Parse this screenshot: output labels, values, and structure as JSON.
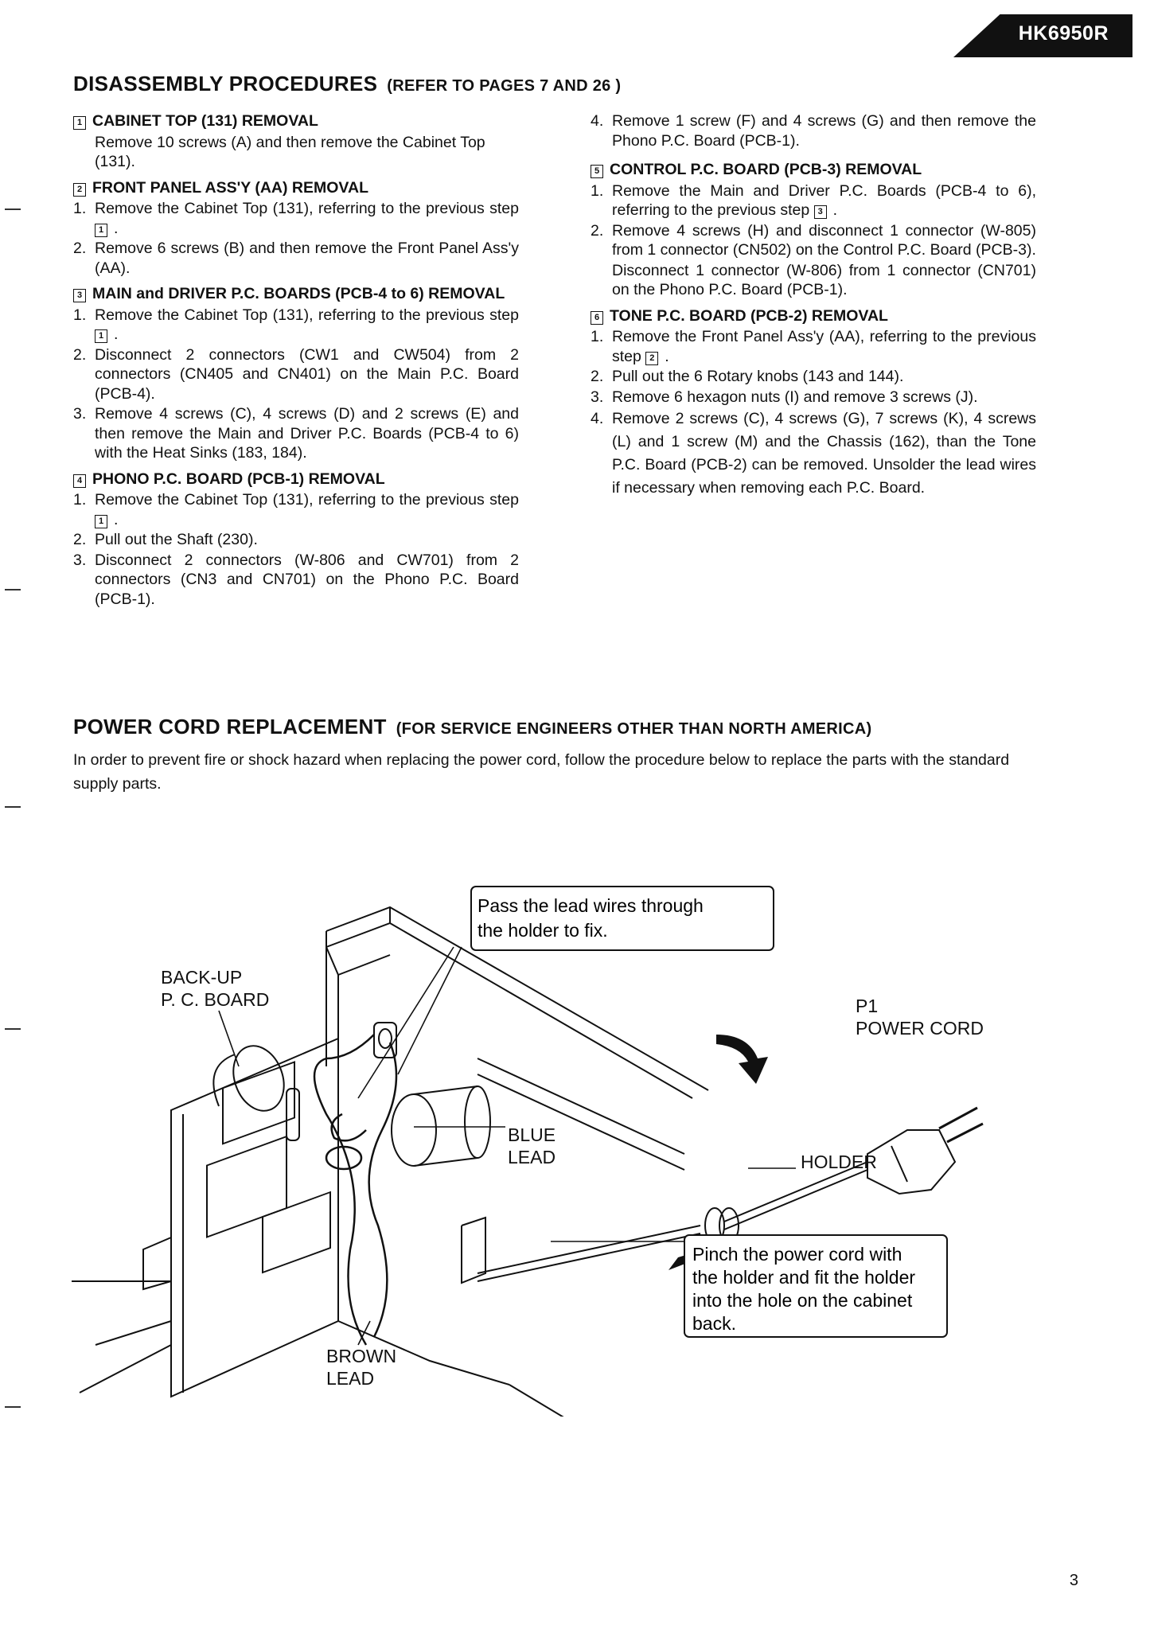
{
  "model": "HK6950R",
  "disassembly": {
    "title": "DISASSEMBLY PROCEDURES",
    "subtitle": "(REFER TO PAGES 7 AND 26 )",
    "sections": [
      {
        "num": "1",
        "heading": "CABINET TOP (131) REMOVAL",
        "paragraph": "Remove 10 screws (A) and then remove the Cabinet Top (131).",
        "steps": []
      },
      {
        "num": "2",
        "heading": "FRONT PANEL ASS'Y (AA) REMOVAL",
        "paragraph": "",
        "steps": [
          {
            "idx": "1.",
            "text": "Remove the Cabinet Top (131), referring to the previous step",
            "ref": "1"
          },
          {
            "idx": "2.",
            "text": "Remove 6 screws (B) and then remove the Front Panel Ass'y (AA).",
            "ref": ""
          }
        ]
      },
      {
        "num": "3",
        "heading": "MAIN and DRIVER P.C. BOARDS (PCB-4 to 6) REMOVAL",
        "paragraph": "",
        "steps": [
          {
            "idx": "1.",
            "text": "Remove the Cabinet Top (131), referring to the previous step",
            "ref": "1"
          },
          {
            "idx": "2.",
            "text": "Disconnect 2 connectors (CW1 and CW504) from 2 connectors (CN405 and CN401) on the Main P.C. Board (PCB-4).",
            "ref": ""
          },
          {
            "idx": "3.",
            "text": "Remove 4 screws (C), 4 screws (D) and 2 screws (E) and then remove the Main and Driver P.C. Boards (PCB-4 to 6) with the Heat Sinks (183, 184).",
            "ref": ""
          }
        ]
      },
      {
        "num": "4",
        "heading": "PHONO P.C. BOARD (PCB-1) REMOVAL",
        "paragraph": "",
        "steps": [
          {
            "idx": "1.",
            "text": "Remove the Cabinet Top (131), referring to the previous step",
            "ref": "1"
          },
          {
            "idx": "2.",
            "text": "Pull out the Shaft (230).",
            "ref": ""
          },
          {
            "idx": "3.",
            "text": "Disconnect 2 connectors (W-806 and CW701) from 2 connectors (CN3 and CN701) on the Phono P.C. Board (PCB-1).",
            "ref": ""
          },
          {
            "idx": "4.",
            "text": "Remove 1 screw (F) and 4 screws (G) and then remove the Phono P.C. Board (PCB-1).",
            "ref": ""
          }
        ]
      },
      {
        "num": "5",
        "heading": "CONTROL P.C. BOARD (PCB-3) REMOVAL",
        "paragraph": "",
        "steps": [
          {
            "idx": "1.",
            "text": "Remove the Main and Driver P.C. Boards (PCB-4 to 6), referring to the previous step",
            "ref": "3"
          },
          {
            "idx": "2.",
            "text": "Remove 4 screws (H) and disconnect 1 connector (W-805) from 1 connector (CN502) on the Control P.C. Board (PCB-3).",
            "ref": ""
          },
          {
            "idx": "",
            "text": "Disconnect 1 connector (W-806) from 1 connector (CN701) on the Phono P.C. Board (PCB-1).",
            "ref": ""
          }
        ]
      },
      {
        "num": "6",
        "heading": "TONE P.C. BOARD (PCB-2) REMOVAL",
        "paragraph": "",
        "steps": [
          {
            "idx": "1.",
            "text": "Remove the Front Panel Ass'y (AA), referring to the previous step",
            "ref": "2"
          },
          {
            "idx": "2.",
            "text": "Pull out the 6 Rotary knobs (143 and 144).",
            "ref": ""
          },
          {
            "idx": "3.",
            "text": "Remove 6 hexagon nuts (I) and remove 3 screws (J).",
            "ref": ""
          },
          {
            "idx": "4.",
            "text": "Remove 2 screws (C), 4 screws (G), 7 screws (K), 4 screws (L) and 1 screw (M) and the Chassis (162), than the Tone P.C. Board (PCB-2) can be removed. Unsolder the lead wires if necessary when removing each P.C. Board.",
            "ref": ""
          }
        ]
      }
    ]
  },
  "power_cord": {
    "title": "POWER CORD REPLACEMENT",
    "subtitle": "(FOR SERVICE ENGINEERS OTHER THAN NORTH AMERICA)",
    "intro": "In order to prevent fire or shock hazard when replacing the power cord, follow the procedure below to replace the parts with the standard supply parts."
  },
  "diagram": {
    "callout_top_line1": "Pass the lead wires through",
    "callout_top_line2": "the holder to fix.",
    "label_backup_line1": "BACK-UP",
    "label_backup_line2": "P. C. BOARD",
    "label_p1_line1": "P1",
    "label_p1_line2": "POWER CORD",
    "label_blue_line1": "BLUE",
    "label_blue_line2": "LEAD",
    "label_holder": "HOLDER",
    "label_brown_line1": "BROWN",
    "label_brown_line2": "LEAD",
    "callout_bottom_line1": "Pinch the power cord with",
    "callout_bottom_line2": "the holder and fit the holder",
    "callout_bottom_line3": "into the hole on the cabinet",
    "callout_bottom_line4": "back."
  },
  "page_number": "3"
}
